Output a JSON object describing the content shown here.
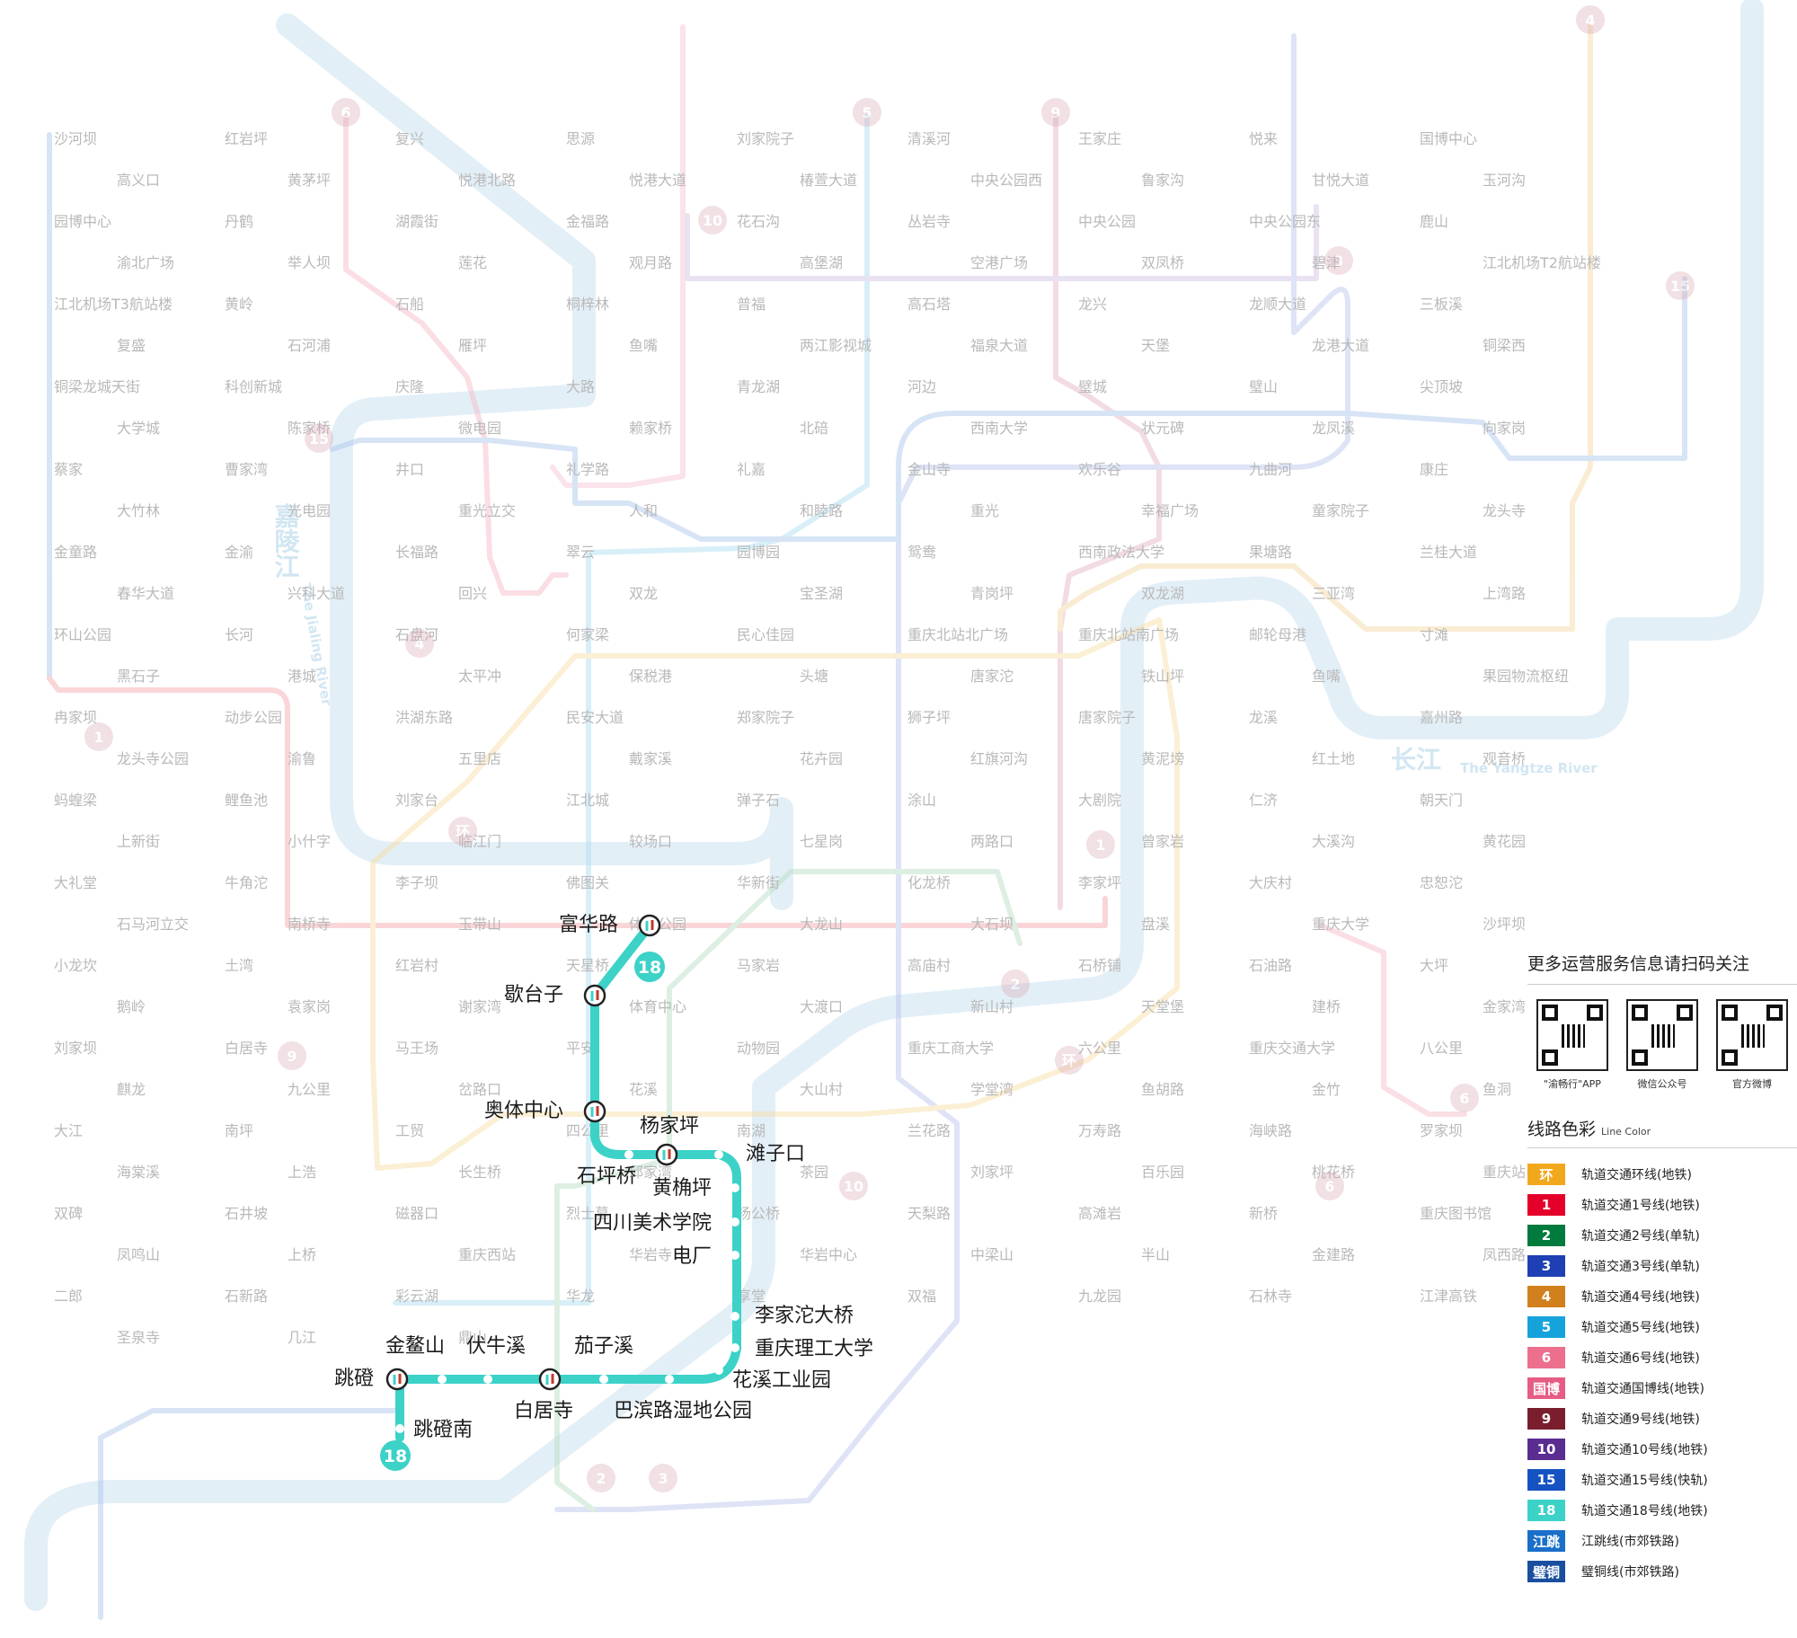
{
  "rivers": {
    "jialing_cn": "嘉陵江",
    "jialing_en": "The Jialing River",
    "yangtze_cn": "长江",
    "yangtze_en": "The Yangtze River"
  },
  "line18": {
    "color": "#3cd2c8",
    "badge": "18",
    "stations": [
      "富华路",
      "歇台子",
      "奥体中心",
      "杨家坪",
      "石坪桥",
      "滩子口",
      "黄桷坪",
      "四川美术学院",
      "电厂",
      "李家沱大桥",
      "重庆理工大学",
      "花溪工业园",
      "巴滨路湿地公园",
      "茄子溪",
      "白居寺",
      "伏牛溪",
      "金鳌山",
      "跳磴",
      "跳磴南"
    ]
  },
  "background_badges": [
    "6",
    "5",
    "9",
    "4",
    "3",
    "15",
    "10",
    "1",
    "4",
    "环",
    "1",
    "2",
    "9",
    "10",
    "环",
    "6",
    "6",
    "2",
    "3",
    "15",
    "18"
  ],
  "background_stations": [
    "沙河坝",
    "红岩坪",
    "复兴",
    "思源",
    "刘家院子",
    "清溪河",
    "王家庄",
    "悦来",
    "国博中心",
    "高义口",
    "黄茅坪",
    "悦港北路",
    "悦港大道",
    "椿萱大道",
    "中央公园西",
    "鲁家沟",
    "甘悦大道",
    "玉河沟",
    "园博中心",
    "丹鹤",
    "湖霞街",
    "金福路",
    "花石沟",
    "丛岩寺",
    "中央公园",
    "中央公园东",
    "鹿山",
    "渝北广场",
    "举人坝",
    "莲花",
    "观月路",
    "高堡湖",
    "空港广场",
    "双凤桥",
    "碧津",
    "江北机场T2航站楼",
    "江北机场T3航站楼",
    "黄岭",
    "石船",
    "桐梓林",
    "普福",
    "高石塔",
    "龙兴",
    "龙顺大道",
    "三板溪",
    "复盛",
    "石河浦",
    "雁坪",
    "鱼嘴",
    "两江影视城",
    "福泉大道",
    "天堡",
    "龙港大道",
    "铜梁西",
    "铜梁龙城天街",
    "科创新城",
    "庆隆",
    "大路",
    "青龙湖",
    "河边",
    "璧城",
    "璧山",
    "尖顶坡",
    "大学城",
    "陈家桥",
    "微电园",
    "赖家桥",
    "北碚",
    "西南大学",
    "状元碑",
    "龙凤溪",
    "向家岗",
    "蔡家",
    "曹家湾",
    "井口",
    "礼学路",
    "礼嘉",
    "金山寺",
    "欢乐谷",
    "九曲河",
    "康庄",
    "大竹林",
    "光电园",
    "重光立交",
    "人和",
    "和睦路",
    "重光",
    "幸福广场",
    "童家院子",
    "龙头寺",
    "金童路",
    "金渝",
    "长福路",
    "翠云",
    "园博园",
    "鸳鸯",
    "西南政法大学",
    "果塘路",
    "兰桂大道",
    "春华大道",
    "兴科大道",
    "回兴",
    "双龙",
    "宝圣湖",
    "青岗坪",
    "双龙湖",
    "三亚湾",
    "上湾路",
    "环山公园",
    "长河",
    "石盘河",
    "何家梁",
    "民心佳园",
    "重庆北站北广场",
    "重庆北站南广场",
    "邮轮母港",
    "寸滩",
    "黑石子",
    "港城",
    "太平冲",
    "保税港",
    "头塘",
    "唐家沱",
    "铁山坪",
    "鱼嘴",
    "果园物流枢纽",
    "冉家坝",
    "动步公园",
    "洪湖东路",
    "民安大道",
    "郑家院子",
    "狮子坪",
    "唐家院子",
    "龙溪",
    "嘉州路",
    "龙头寺公园",
    "渝鲁",
    "五里店",
    "戴家溪",
    "花卉园",
    "红旗河沟",
    "黄泥塝",
    "红土地",
    "观音桥",
    "蚂蝗梁",
    "鲤鱼池",
    "刘家台",
    "江北城",
    "弹子石",
    "涂山",
    "大剧院",
    "仁济",
    "朝天门",
    "上新街",
    "小什字",
    "临江门",
    "较场口",
    "七星岗",
    "两路口",
    "曾家岩",
    "大溪沟",
    "黄花园",
    "大礼堂",
    "牛角沱",
    "李子坝",
    "佛图关",
    "华新街",
    "化龙桥",
    "李家坪",
    "大庆村",
    "忠恕沱",
    "石马河立交",
    "南桥寺",
    "玉带山",
    "体育公园",
    "大龙山",
    "大石坝",
    "盘溪",
    "重庆大学",
    "沙坪坝",
    "小龙坎",
    "土湾",
    "红岩村",
    "天星桥",
    "马家岩",
    "高庙村",
    "石桥铺",
    "石油路",
    "大坪",
    "鹅岭",
    "袁家岗",
    "谢家湾",
    "体育中心",
    "大渡口",
    "新山村",
    "天堂堡",
    "建桥",
    "金家湾",
    "刘家坝",
    "白居寺",
    "马王场",
    "平安",
    "动物园",
    "重庆工商大学",
    "六公里",
    "重庆交通大学",
    "八公里",
    "麒龙",
    "九公里",
    "岔路口",
    "花溪",
    "大山村",
    "学堂湾",
    "鱼胡路",
    "金竹",
    "鱼洞",
    "大江",
    "南坪",
    "工贸",
    "四公里",
    "南湖",
    "兰花路",
    "万寿路",
    "海峡路",
    "罗家坝",
    "海棠溪",
    "上浩",
    "长生桥",
    "邱家湾",
    "茶园",
    "刘家坪",
    "百乐园",
    "桃花桥",
    "重庆站",
    "双碑",
    "石井坡",
    "磁器口",
    "烈士墓",
    "杨公桥",
    "天梨路",
    "高滩岩",
    "新桥",
    "重庆图书馆",
    "凤鸣山",
    "上桥",
    "重庆西站",
    "华岩寺",
    "华岩中心",
    "中梁山",
    "半山",
    "金建路",
    "凤西路",
    "二郎",
    "石新路",
    "彩云湖",
    "华龙",
    "享堂",
    "双福",
    "九龙园",
    "石林寺",
    "江津高铁",
    "圣泉寺",
    "几江",
    "鼎山"
  ],
  "panel": {
    "qr_title": "更多运营服务信息请扫码关注",
    "qr_captions": [
      "\"渝畅行\"APP",
      "微信公众号",
      "官方微博"
    ],
    "legend_title": "线路色彩",
    "legend_subtitle": "Line Color",
    "legend": [
      {
        "badge": "环",
        "name": "轨道交通环线(地铁)",
        "color": "#f2a81d"
      },
      {
        "badge": "1",
        "name": "轨道交通1号线(地铁)",
        "color": "#e4002b"
      },
      {
        "badge": "2",
        "name": "轨道交通2号线(单轨)",
        "color": "#007a3d"
      },
      {
        "badge": "3",
        "name": "轨道交通3号线(单轨)",
        "color": "#1e40b4"
      },
      {
        "badge": "4",
        "name": "轨道交通4号线(地铁)",
        "color": "#d2801e"
      },
      {
        "badge": "5",
        "name": "轨道交通5号线(地铁)",
        "color": "#16a3dc"
      },
      {
        "badge": "6",
        "name": "轨道交通6号线(地铁)",
        "color": "#ec6f8e"
      },
      {
        "badge": "国博",
        "name": "轨道交通国博线(地铁)",
        "color": "#e55d84"
      },
      {
        "badge": "9",
        "name": "轨道交通9号线(地铁)",
        "color": "#7a1e2e"
      },
      {
        "badge": "10",
        "name": "轨道交通10号线(地铁)",
        "color": "#5a2d91"
      },
      {
        "badge": "15",
        "name": "轨道交通15号线(快轨)",
        "color": "#1553c2"
      },
      {
        "badge": "18",
        "name": "轨道交通18号线(地铁)",
        "color": "#3cd2c8"
      },
      {
        "badge": "江跳",
        "name": "江跳线(市郊铁路)",
        "color": "#1a6fc9"
      },
      {
        "badge": "璧铜",
        "name": "璧铜线(市郊铁路)",
        "color": "#1a4fa0"
      }
    ]
  }
}
